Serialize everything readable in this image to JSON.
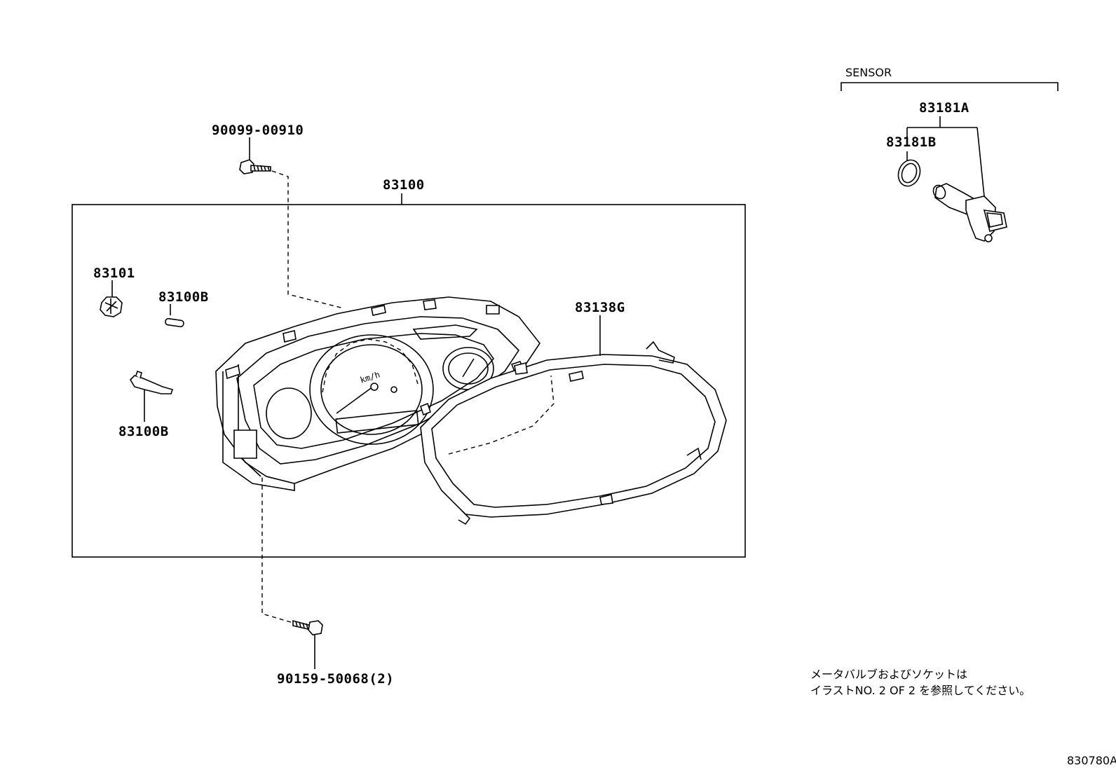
{
  "callouts": {
    "bolt_top": "90099-00910",
    "meter_assy": "83100",
    "bulb_small": "83101",
    "bulb_wedge": "83100B",
    "socket": "83100B",
    "glass": "83138G",
    "bolt_bottom": "90159-50068(2)",
    "sensor_assy": "83181A",
    "o_ring": "83181B"
  },
  "sensor_group_title": "SENSOR",
  "note": {
    "line1": "メータバルブおよびソケットは",
    "line2": "イラストNO. 2  OF  2  を参照してください。"
  },
  "speedo_unit": "km/h",
  "illustration_code": "830780A"
}
